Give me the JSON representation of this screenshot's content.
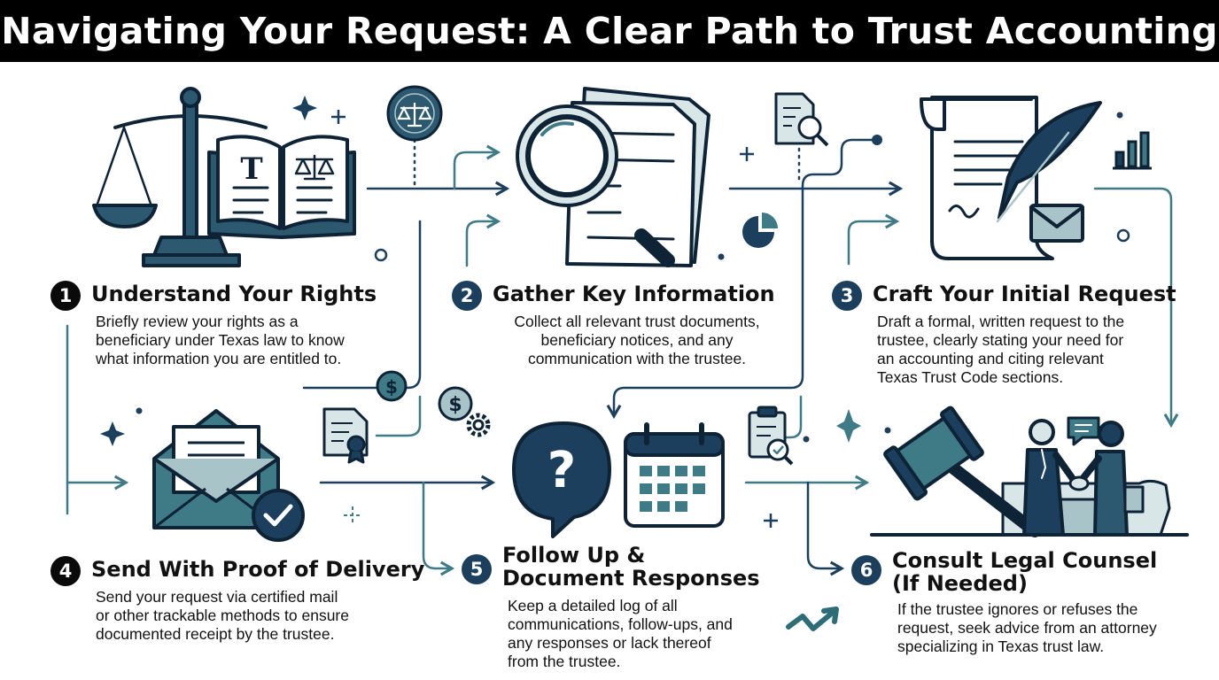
{
  "title": "Navigating Your Request: A Clear Path to Trust Accounting",
  "colors": {
    "navy": "#1b3f5c",
    "teal": "#3e7b86",
    "light_teal": "#a9c4c8",
    "black": "#0a0a0a"
  },
  "steps": [
    {
      "number": "1",
      "title": "Understand Your Rights",
      "description": "Briefly review your rights as a\nbeneficiary under Texas law to know\nwhat information you are entitled to.",
      "icon": "scales-and-law-book-icon"
    },
    {
      "number": "2",
      "title": "Gather Key Information",
      "description": "Collect all relevant trust documents,\nbeneficiary notices, and any\ncommunication with the trustee.",
      "icon": "magnifying-glass-documents-icon"
    },
    {
      "number": "3",
      "title": "Craft Your Initial Request",
      "description": "Draft a formal, written request to the\ntrustee, clearly stating your need for\nan accounting and citing relevant\nTexas Trust Code sections.",
      "icon": "quill-scroll-icon"
    },
    {
      "number": "4",
      "title": "Send With Proof of Delivery",
      "description": "Send your request via certified mail\nor other trackable methods to ensure\ndocumented receipt by the trustee.",
      "icon": "envelope-check-icon"
    },
    {
      "number": "5",
      "title": "Follow Up &\nDocument Responses",
      "description": "Keep a detailed log of all\ncommunications, follow-ups, and\nany responses or lack thereof\nfrom the trustee.",
      "icon": "question-calendar-icon"
    },
    {
      "number": "6",
      "title": "Consult Legal Counsel\n(If Needed)",
      "description": "If the trustee ignores or refuses the\nrequest, seek advice from an attorney\nspecializing in Texas trust law.",
      "icon": "gavel-handshake-icon"
    }
  ],
  "glyphs": {
    "book_left": "T",
    "dollar": "$",
    "question": "?"
  }
}
